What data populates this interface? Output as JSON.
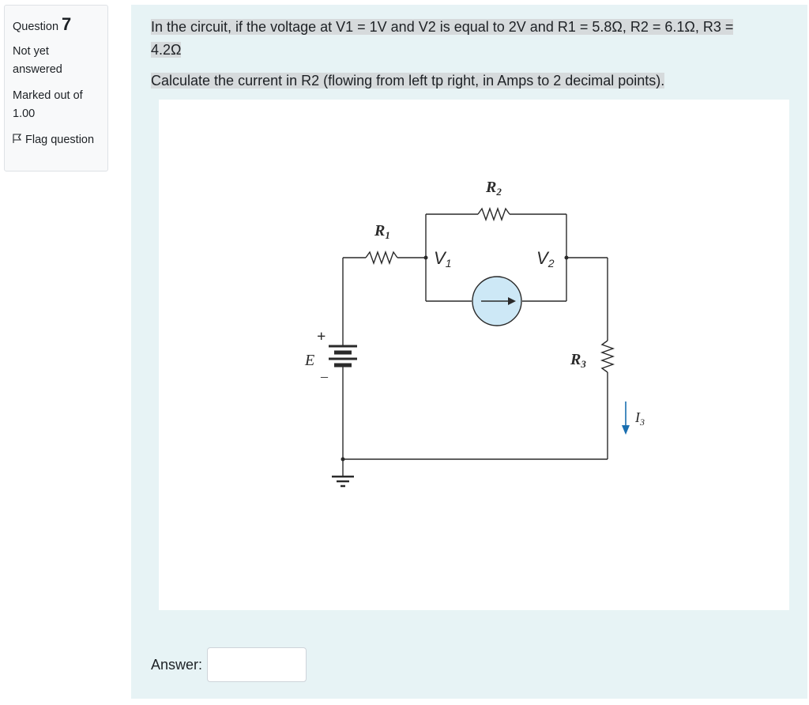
{
  "info": {
    "question_label": "Question",
    "question_number": "7",
    "state": "Not yet answered",
    "grade": "Marked out of 1.00",
    "flag_label": "Flag question",
    "flag_icon": "flag-icon"
  },
  "question": {
    "text_line1": "In the circuit, if the voltage at V1 = 1V and V2 is equal to 2V and R1 = 5.8Ω, R2 = 6.1Ω, R3 =",
    "text_line1b": "4.2Ω",
    "text_line2": "Calculate the current in R2 (flowing from left tp right, in Amps to 2 decimal points)."
  },
  "diagram": {
    "r1_label": "R",
    "r1_sub": "1",
    "r2_label": "R",
    "r2_sub": "2",
    "r3_label": "R",
    "r3_sub": "3",
    "v1_label": "V",
    "v1_sub": "1",
    "v2_label": "V",
    "v2_sub": "2",
    "e_label": "E",
    "plus": "+",
    "minus": "–",
    "i3_label": "I",
    "i3_sub": "3",
    "source_color": "#cde8f6",
    "arrow_color": "#1a6fb0"
  },
  "answer": {
    "label": "Answer:",
    "value": ""
  }
}
